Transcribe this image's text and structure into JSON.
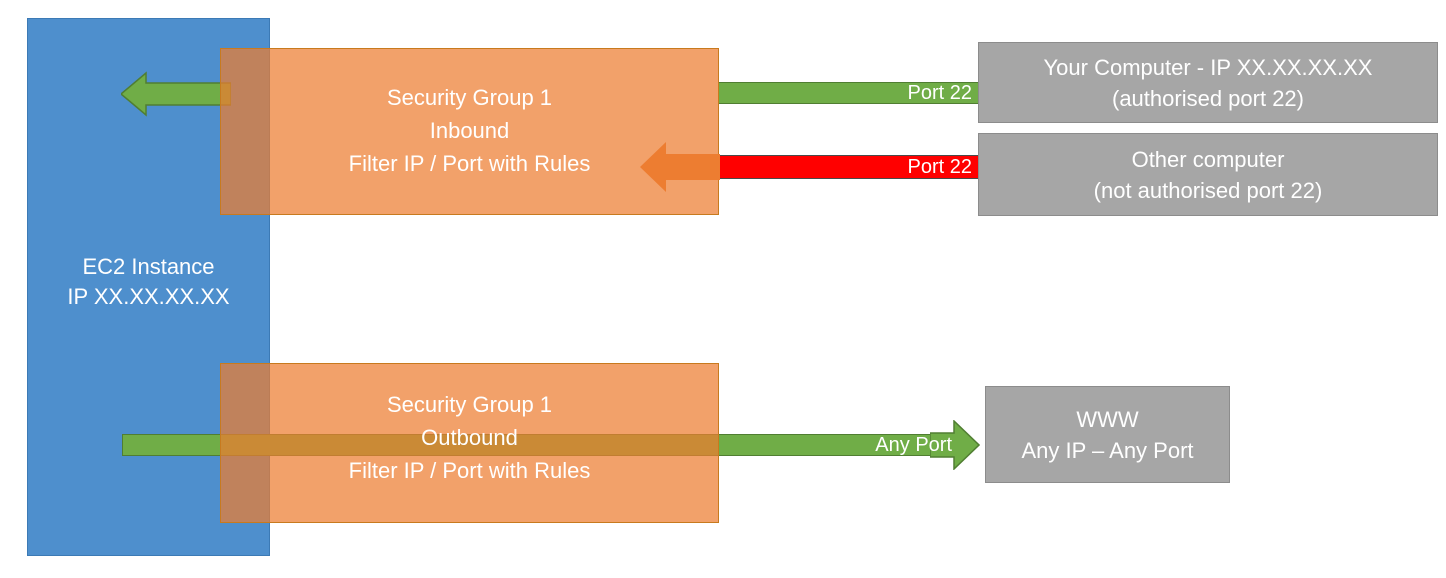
{
  "diagram": {
    "title": "AWS EC2 Security Group inbound and outbound traffic filtering",
    "colors": {
      "ec2_blue": "#4E8FCD",
      "security_group_orange": "#ED7D31",
      "allowed_green": "#70AD47",
      "blocked_red": "#FF0000",
      "blocked_arrow_orange": "#ED7D31",
      "endpoint_gray": "#A6A6A6",
      "background": "#FFFFFF"
    }
  },
  "ec2": {
    "name_line": "EC2 Instance",
    "ip_line": "IP XX.XX.XX.XX"
  },
  "security_groups": [
    {
      "id": "inbound",
      "title": "Security Group 1",
      "direction": "Inbound",
      "rule": "Filter IP / Port with Rules"
    },
    {
      "id": "outbound",
      "title": "Security Group 1",
      "direction": "Outbound",
      "rule": "Filter IP / Port with Rules"
    }
  ],
  "flows": [
    {
      "id": "inbound-allowed",
      "label": "Port 22",
      "status": "allowed",
      "color": "#70AD47"
    },
    {
      "id": "inbound-blocked",
      "label": "Port 22",
      "status": "blocked",
      "color": "#FF0000"
    },
    {
      "id": "outbound-allowed",
      "label": "Any Port",
      "status": "allowed",
      "color": "#70AD47"
    }
  ],
  "endpoints": [
    {
      "id": "your-computer",
      "line1": "Your Computer - IP XX.XX.XX.XX",
      "line2": "(authorised port 22)"
    },
    {
      "id": "other-computer",
      "line1": "Other computer",
      "line2": "(not authorised port 22)"
    },
    {
      "id": "www",
      "line1": "WWW",
      "line2": "Any IP – Any Port"
    }
  ]
}
